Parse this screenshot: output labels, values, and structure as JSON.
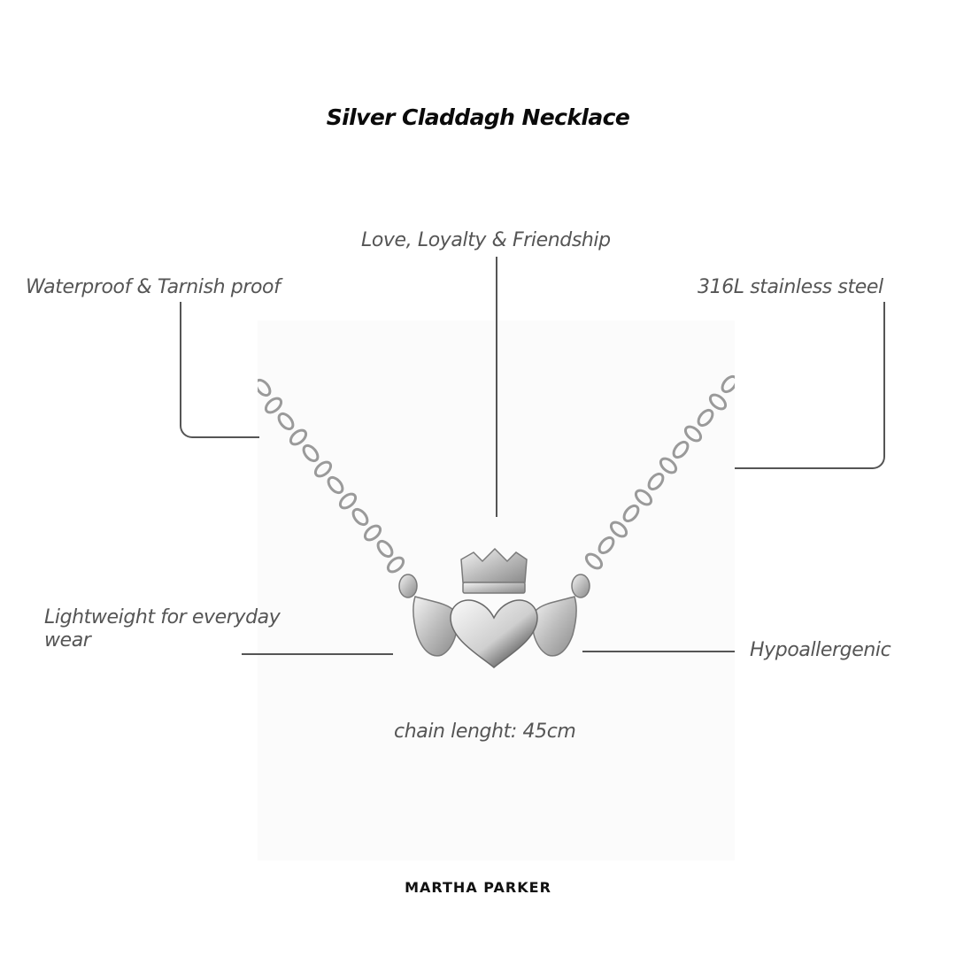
{
  "title": "Silver Claddagh Necklace",
  "features": {
    "top_center": "Love, Loyalty & Friendship",
    "top_left": "Waterproof & Tarnish proof",
    "top_right": "316L stainless steel",
    "bottom_left": "Lightweight for everyday wear",
    "bottom_right": "Hypoallergenic"
  },
  "chain_length": "chain lenght: 45cm",
  "brand": "MARTHA PARKER",
  "image": {
    "subject": "claddagh-necklace-photo",
    "background": "#fbfbfb"
  },
  "colors": {
    "text_primary": "#0a0a0a",
    "text_label": "#555555",
    "line": "#555555"
  }
}
